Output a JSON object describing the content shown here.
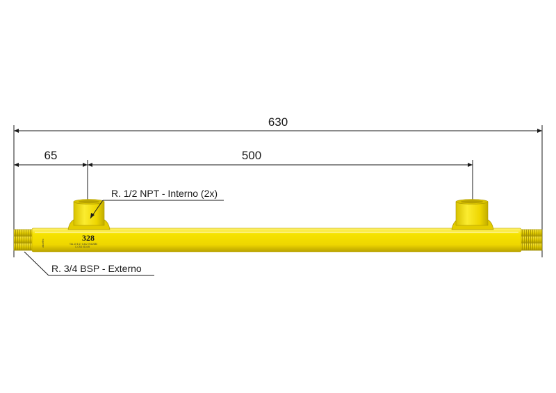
{
  "dimensions": {
    "overall": "630",
    "end_offset": "65",
    "outlet_spacing": "500"
  },
  "callouts": {
    "outlet_thread": "R. 1/2 NPT - Interno (2x)",
    "inlet_thread": "R. 3/4 BSP - Externo"
  },
  "part_label": {
    "number": "328",
    "side_mark": "valueflex",
    "fine_print_1": "TAL 10 6 17 0.442 704/2080",
    "fine_print_2": "C-CSG 010-05"
  },
  "colors": {
    "pipe_yellow": "#f2dc00",
    "pipe_shadow": "#c7b100",
    "pipe_highlight": "#fff27a",
    "dimension_line": "#1a1a1a"
  }
}
